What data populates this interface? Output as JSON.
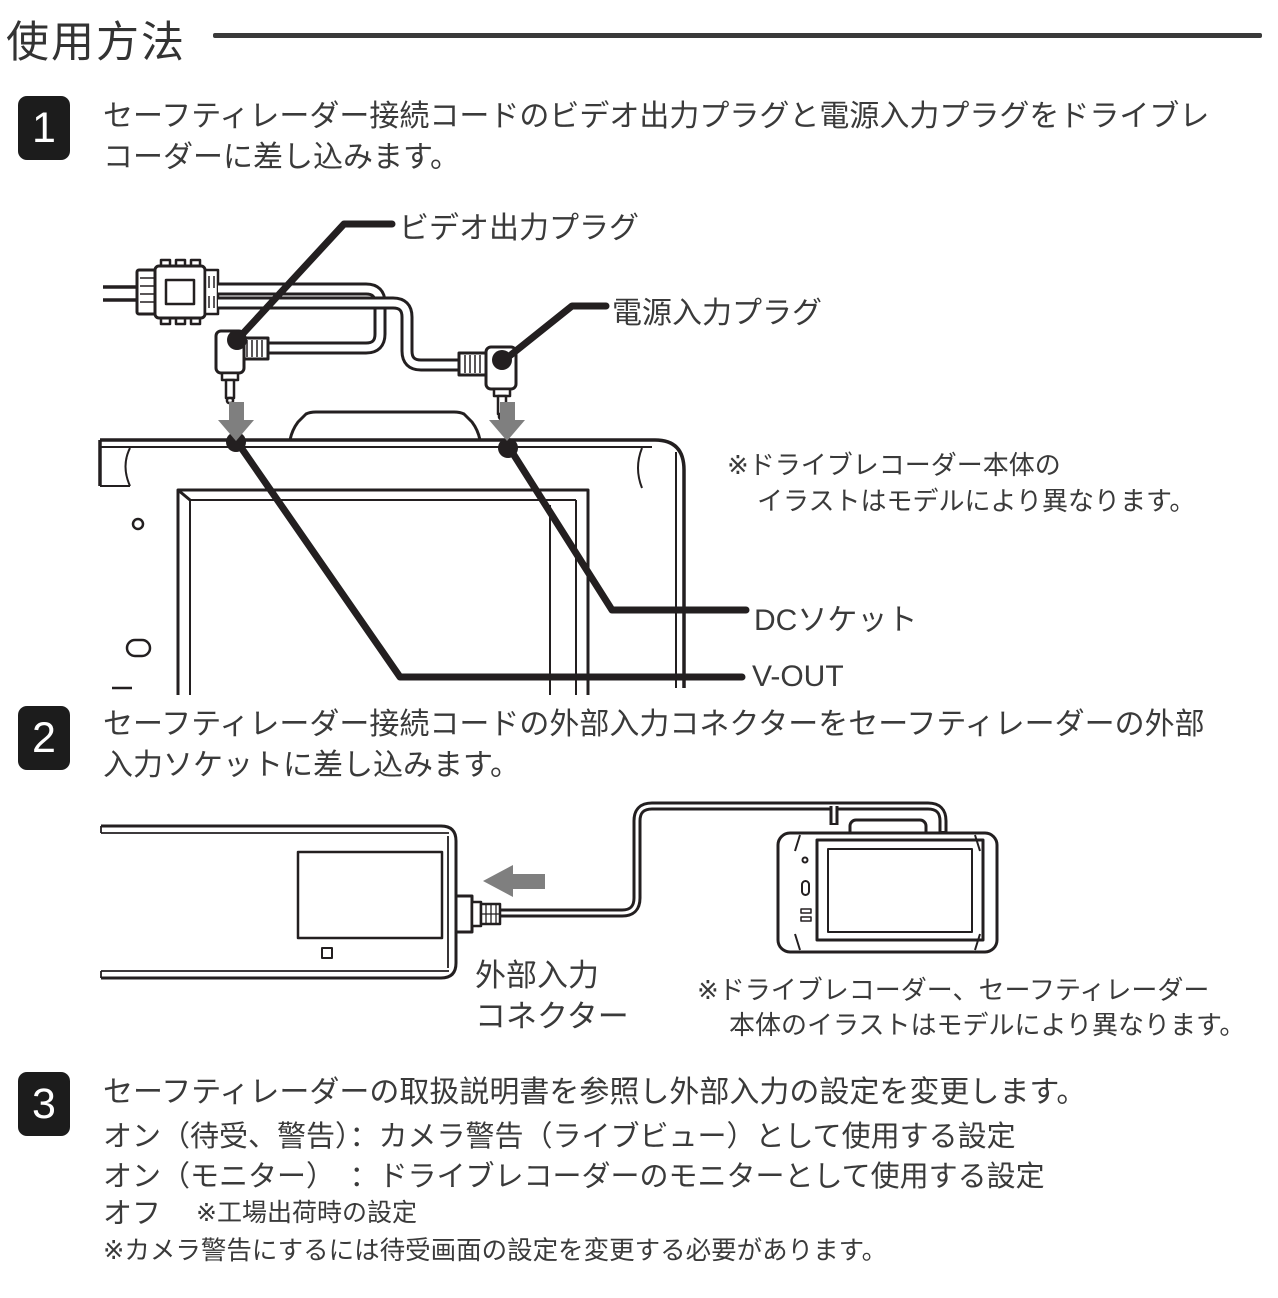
{
  "page": {
    "title": "使用方法"
  },
  "steps": {
    "s1": {
      "num": "1",
      "lines": [
        "セーフティレーダー接続コードのビデオ出力プラグと電源入力プラグをドライブレ",
        "コーダーに差し込みます。"
      ]
    },
    "s2": {
      "num": "2",
      "lines": [
        "セーフティレーダー接続コードの外部入力コネクターをセーフティレーダーの外部",
        "入力ソケットに差し込みます。"
      ]
    },
    "s3": {
      "num": "3",
      "line": "セーフティレーダーの取扱説明書を参照し外部入力の設定を変更します。"
    }
  },
  "diagram1": {
    "label_video_plug": "ビデオ出力プラグ",
    "label_power_plug": "電源入力プラグ",
    "label_dc_socket": "DCソケット",
    "label_v_out": "V-OUT",
    "note_line1": "※ドライブレコーダー本体の",
    "note_line2": "イラストはモデルにより異なります。"
  },
  "diagram2": {
    "label_ext_input_line1": "外部入力",
    "label_ext_input_line2": "コネクター",
    "note_line1": "※ドライブレコーダー、セーフティレーダー",
    "note_line2": "本体のイラストはモデルにより異なります。"
  },
  "step3": {
    "option1": "オン（待受、警告）：カメラ警告（ライブビュー）として使用する設定",
    "option2": "オン（モニター）　：ドライブレコーダーのモニターとして使用する設定",
    "off_label": "オフ",
    "off_note": "※工場出荷時の設定",
    "footnote": "※カメラ警告にするには待受画面の設定を変更する必要があります。"
  },
  "colors": {
    "ink": "#3a3a3a",
    "line": "#231f20",
    "arrow": "#7f7f7f",
    "badge": "#1c1c1c"
  }
}
